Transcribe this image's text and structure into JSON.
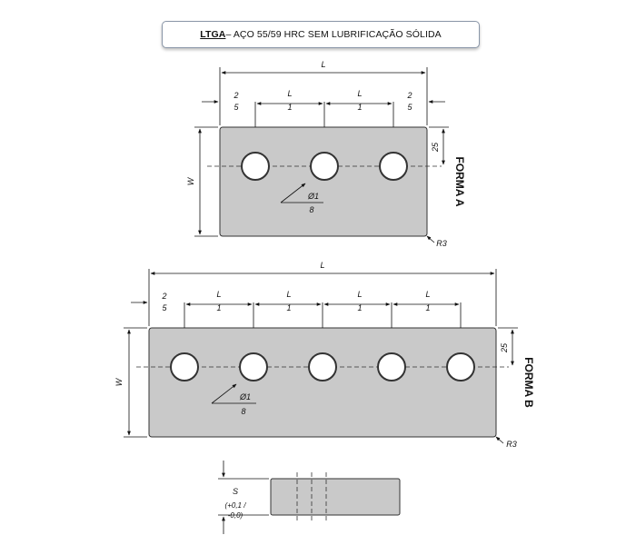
{
  "title": {
    "code": "LTGA",
    "rest": " – AÇO 55/59 HRC SEM LUBRIFICAÇÃO SÓLIDA"
  },
  "forma_a": {
    "label": "FORMA A",
    "overall_length": "L",
    "end_margin_top": "2",
    "end_margin_bottom": "5",
    "pitch_top": "L",
    "pitch_bottom": "1",
    "edge_offset": "25",
    "width": "W",
    "hole_dia_top": "Ø1",
    "hole_dia_bottom": "8",
    "radius": "R3"
  },
  "forma_b": {
    "label": "FORMA B",
    "overall_length": "L",
    "end_margin_top": "2",
    "end_margin_bottom": "5",
    "pitch_top": "L",
    "pitch_bottom": "1",
    "edge_offset": "25",
    "width": "W",
    "hole_dia_top": "Ø1",
    "hole_dia_bottom": "8",
    "radius": "R3"
  },
  "side_view": {
    "thickness": "S",
    "tol_top": "(+0,1 /",
    "tol_bottom": "-0,0)"
  },
  "colors": {
    "plate_fill": "#c9c9c9",
    "hole_fill": "#ffffff",
    "line": "#111111"
  }
}
